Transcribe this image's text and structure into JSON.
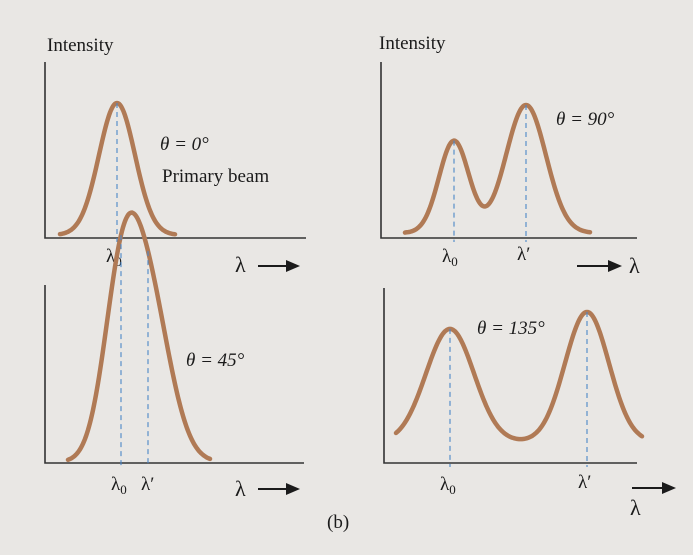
{
  "figure": {
    "caption": "(b)",
    "lambda_symbol": "λ"
  },
  "chart_data": [
    {
      "type": "line",
      "ylabel": "Intensity",
      "xlabel": "λ",
      "annotation": "θ = 0°",
      "annotation2": "Primary beam",
      "tick_labels": [
        "λ0"
      ],
      "series": [
        {
          "peaks": [
            {
              "position": 0,
              "relative_height": 1.0,
              "width": 1.0
            }
          ]
        }
      ]
    },
    {
      "type": "line",
      "ylabel": "Intensity",
      "xlabel": "λ",
      "annotation": "θ = 90°",
      "tick_labels": [
        "λ0",
        "λ′"
      ],
      "series": [
        {
          "peaks": [
            {
              "position": 0,
              "relative_height": 0.72,
              "width": 1.0
            },
            {
              "position": 1,
              "relative_height": 1.0,
              "width": 1.0
            }
          ]
        }
      ]
    },
    {
      "type": "line",
      "ylabel": "",
      "xlabel": "λ",
      "annotation": "θ = 45°",
      "tick_labels": [
        "λ0",
        "λ′"
      ],
      "series": [
        {
          "peaks": [
            {
              "position": 0,
              "relative_height": 0.93,
              "width": 1.0
            },
            {
              "position": 1,
              "relative_height": 1.0,
              "width": 1.0
            }
          ]
        }
      ]
    },
    {
      "type": "line",
      "ylabel": "",
      "xlabel": "λ",
      "annotation": "θ = 135°",
      "tick_labels": [
        "λ0",
        "λ′"
      ],
      "series": [
        {
          "peaks": [
            {
              "position": 0,
              "relative_height": 0.87,
              "width": 1.0
            },
            {
              "position": 1,
              "relative_height": 1.0,
              "width": 1.0
            }
          ]
        }
      ]
    }
  ],
  "colors": {
    "curve": "#b07a55",
    "curve_dark": "#7a4f33",
    "axis": "#333333",
    "guide": "#4a86c8",
    "background": "#e9e7e4"
  }
}
